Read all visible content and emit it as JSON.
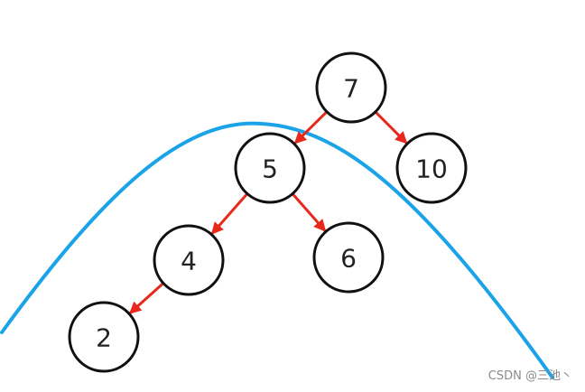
{
  "tree": {
    "nodes": [
      {
        "id": "n7",
        "label": "7"
      },
      {
        "id": "n5",
        "label": "5"
      },
      {
        "id": "n10",
        "label": "10"
      },
      {
        "id": "n4",
        "label": "4"
      },
      {
        "id": "n6",
        "label": "6"
      },
      {
        "id": "n2",
        "label": "2"
      }
    ],
    "edges": [
      {
        "from": "n7",
        "to": "n5"
      },
      {
        "from": "n7",
        "to": "n10"
      },
      {
        "from": "n5",
        "to": "n4"
      },
      {
        "from": "n5",
        "to": "n6"
      },
      {
        "from": "n4",
        "to": "n2"
      }
    ]
  },
  "colors": {
    "edge": "#e8281a",
    "curve": "#1aa3e8",
    "node_stroke": "#111111"
  },
  "watermark": "CSDN @三池丶"
}
